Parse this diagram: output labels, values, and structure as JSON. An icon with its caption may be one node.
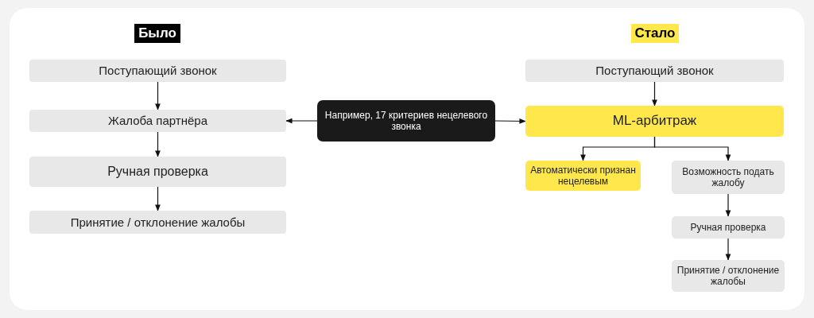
{
  "diagram": {
    "nodes": [
      {
        "text": [
          "Было"
        ]
      },
      {
        "text": [
          "Стало"
        ]
      },
      {
        "text": [
          "Поступающий звонок"
        ]
      },
      {
        "text": [
          "Жалоба партнёра"
        ]
      },
      {
        "text": [
          "Ручная проверка"
        ]
      },
      {
        "text": [
          "Принятие / отклонение жалобы"
        ]
      },
      {
        "text": [
          "Например, 17 критериев нецелевого звонка"
        ]
      },
      {
        "text": [
          "Поступающий звонок"
        ]
      },
      {
        "text": [
          "ML-арбитраж"
        ]
      },
      {
        "text": [
          "Автоматически признан нецелевым"
        ]
      },
      {
        "text": [
          "Возможность подать жалобу"
        ]
      },
      {
        "text": [
          "Ручная проверка"
        ]
      },
      {
        "text": [
          "Принятие / отклонение жалобы"
        ]
      }
    ],
    "edges": [
      {
        "from": 2,
        "to": 3,
        "arrow": "to"
      },
      {
        "from": 3,
        "to": 4,
        "arrow": "to"
      },
      {
        "from": 4,
        "to": 5,
        "arrow": "to"
      },
      {
        "from": 6,
        "to": 3,
        "arrow": "to"
      },
      {
        "from": 6,
        "to": 8,
        "arrow": "to"
      },
      {
        "from": 7,
        "to": 8,
        "arrow": "to"
      },
      {
        "from": 8,
        "to": 9,
        "arrow": "to"
      },
      {
        "from": 8,
        "to": 10,
        "arrow": "to"
      },
      {
        "from": 10,
        "to": 11,
        "arrow": "to"
      },
      {
        "from": 11,
        "to": 12,
        "arrow": "to"
      }
    ]
  }
}
